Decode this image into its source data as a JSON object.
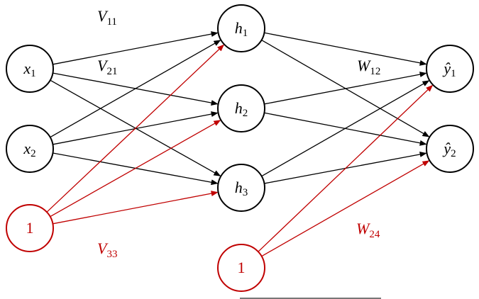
{
  "diagram": {
    "type": "neural-network",
    "colors": {
      "regular": "#000000",
      "bias": "#c00000"
    },
    "nodes": [
      {
        "id": "x1",
        "var": "x",
        "sub": "1",
        "hat": false,
        "bias": false,
        "layer": "input"
      },
      {
        "id": "x2",
        "var": "x",
        "sub": "2",
        "hat": false,
        "bias": false,
        "layer": "input"
      },
      {
        "id": "b1",
        "var": "1",
        "sub": "",
        "hat": false,
        "bias": true,
        "layer": "input"
      },
      {
        "id": "h1",
        "var": "h",
        "sub": "1",
        "hat": false,
        "bias": false,
        "layer": "hidden"
      },
      {
        "id": "h2",
        "var": "h",
        "sub": "2",
        "hat": false,
        "bias": false,
        "layer": "hidden"
      },
      {
        "id": "h3",
        "var": "h",
        "sub": "3",
        "hat": false,
        "bias": false,
        "layer": "hidden"
      },
      {
        "id": "b2",
        "var": "1",
        "sub": "",
        "hat": false,
        "bias": true,
        "layer": "hidden"
      },
      {
        "id": "y1",
        "var": "y",
        "sub": "1",
        "hat": true,
        "bias": false,
        "layer": "output"
      },
      {
        "id": "y2",
        "var": "y",
        "sub": "2",
        "hat": true,
        "bias": false,
        "layer": "output"
      }
    ],
    "edges": [
      {
        "from": "x1",
        "to": "h1",
        "bias": false
      },
      {
        "from": "x1",
        "to": "h2",
        "bias": false
      },
      {
        "from": "x1",
        "to": "h3",
        "bias": false
      },
      {
        "from": "x2",
        "to": "h1",
        "bias": false
      },
      {
        "from": "x2",
        "to": "h2",
        "bias": false
      },
      {
        "from": "x2",
        "to": "h3",
        "bias": false
      },
      {
        "from": "b1",
        "to": "h1",
        "bias": true
      },
      {
        "from": "b1",
        "to": "h2",
        "bias": true
      },
      {
        "from": "b1",
        "to": "h3",
        "bias": true
      },
      {
        "from": "h1",
        "to": "y1",
        "bias": false
      },
      {
        "from": "h1",
        "to": "y2",
        "bias": false
      },
      {
        "from": "h2",
        "to": "y1",
        "bias": false
      },
      {
        "from": "h2",
        "to": "y2",
        "bias": false
      },
      {
        "from": "h3",
        "to": "y1",
        "bias": false
      },
      {
        "from": "h3",
        "to": "y2",
        "bias": false
      },
      {
        "from": "b2",
        "to": "y1",
        "bias": true
      },
      {
        "from": "b2",
        "to": "y2",
        "bias": true
      }
    ],
    "labels": [
      {
        "id": "V11",
        "var": "V",
        "sub": "11",
        "bias": false
      },
      {
        "id": "V21",
        "var": "V",
        "sub": "21",
        "bias": false
      },
      {
        "id": "W12",
        "var": "W",
        "sub": "12",
        "bias": false
      },
      {
        "id": "V33",
        "var": "V",
        "sub": "33",
        "bias": true
      },
      {
        "id": "W24",
        "var": "W",
        "sub": "24",
        "bias": true
      }
    ]
  }
}
